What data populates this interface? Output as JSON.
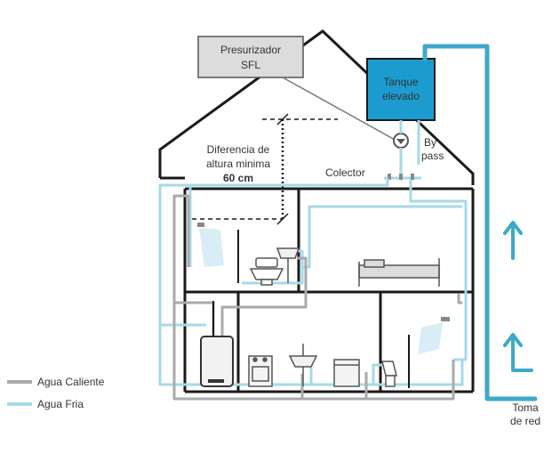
{
  "labels": {
    "presurizador_line1": "Presurizador",
    "presurizador_line2": "SFL",
    "tanque_line1": "Tanque",
    "tanque_line2": "elevado",
    "diferencia_line1": "Diferencia de",
    "diferencia_line2": "altura minima",
    "diferencia_value": "60 cm",
    "by_pass_line1": "By",
    "by_pass_line2": "pass",
    "colector": "Colector",
    "toma_line1": "Toma",
    "toma_line2": "de red"
  },
  "legend": {
    "hot": "Agua Caliente",
    "cold": "Agua Fria"
  },
  "colors": {
    "hot_water": "#a9aaac",
    "cold_water": "#a7d9e7",
    "main_supply": "#3ea9c7",
    "tank": "#1c9bcf",
    "structure": "#1a1a1a",
    "fixture_grey": "#b9b9b9"
  }
}
